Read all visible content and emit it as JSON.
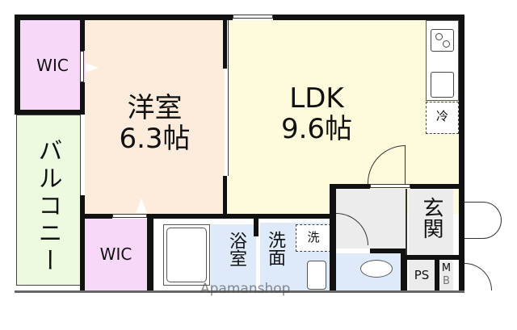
{
  "plan": {
    "rooms": [
      {
        "id": "wic-top",
        "label": "WIC",
        "color": "#f8d8f8"
      },
      {
        "id": "western-room",
        "label_line1": "洋室",
        "label_line2": "6.3帖",
        "color": "#fdebdc"
      },
      {
        "id": "ldk",
        "label_line1": "LDK",
        "label_line2": "9.6帖",
        "color": "#fefbdc"
      },
      {
        "id": "balcony",
        "label": "バルコニー",
        "color": "#eefadf"
      },
      {
        "id": "wic-bottom",
        "label": "WIC",
        "color": "#f8d8f8"
      },
      {
        "id": "bathroom",
        "label": "浴室",
        "color": "#deeafa"
      },
      {
        "id": "washroom",
        "label": "洗面",
        "color": "#deeafa"
      },
      {
        "id": "washer",
        "label": "洗"
      },
      {
        "id": "fridge",
        "label": "冷"
      },
      {
        "id": "entrance",
        "label": "玄関",
        "color": "#ececec"
      },
      {
        "id": "hall",
        "color": "#ececec"
      },
      {
        "id": "toilet",
        "color": "#deeafa"
      },
      {
        "id": "ps",
        "label": "PS",
        "color": "#ececec"
      },
      {
        "id": "mb",
        "label_line1": "M",
        "label_line2": "B",
        "color": "#ececec"
      }
    ],
    "watermark": "Apamanshop"
  }
}
